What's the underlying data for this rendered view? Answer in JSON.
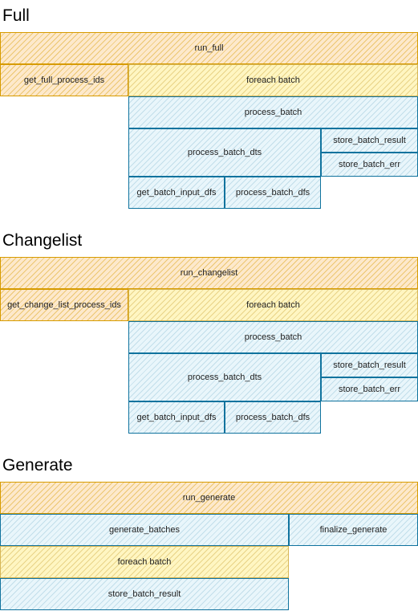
{
  "colors": {
    "orange_stroke": "#d79b00",
    "orange_fill": "#ffe6cc",
    "yellow_stroke": "#d6b656",
    "yellow_fill": "#fff2cc",
    "blue_stroke": "#10739e",
    "blue_fill": "#e1f5fe"
  },
  "full": {
    "title": "Full",
    "run": "run_full",
    "get_ids": "get_full_process_ids",
    "foreach": "foreach batch",
    "process_batch": "process_batch",
    "process_batch_dts": "process_batch_dts",
    "store_batch_result": "store_batch_result",
    "store_batch_err": "store_batch_err",
    "get_batch_input_dfs": "get_batch_input_dfs",
    "process_batch_dfs": "process_batch_dfs"
  },
  "changelist": {
    "title": "Changelist",
    "run": "run_changelist",
    "get_ids": "get_change_list_process_ids",
    "foreach": "foreach batch",
    "process_batch": "process_batch",
    "process_batch_dts": "process_batch_dts",
    "store_batch_result": "store_batch_result",
    "store_batch_err": "store_batch_err",
    "get_batch_input_dfs": "get_batch_input_dfs",
    "process_batch_dfs": "process_batch_dfs"
  },
  "generate": {
    "title": "Generate",
    "run": "run_generate",
    "generate_batches": "generate_batches",
    "finalize_generate": "finalize_generate",
    "foreach": "foreach batch",
    "store_batch_result": "store_batch_result"
  }
}
